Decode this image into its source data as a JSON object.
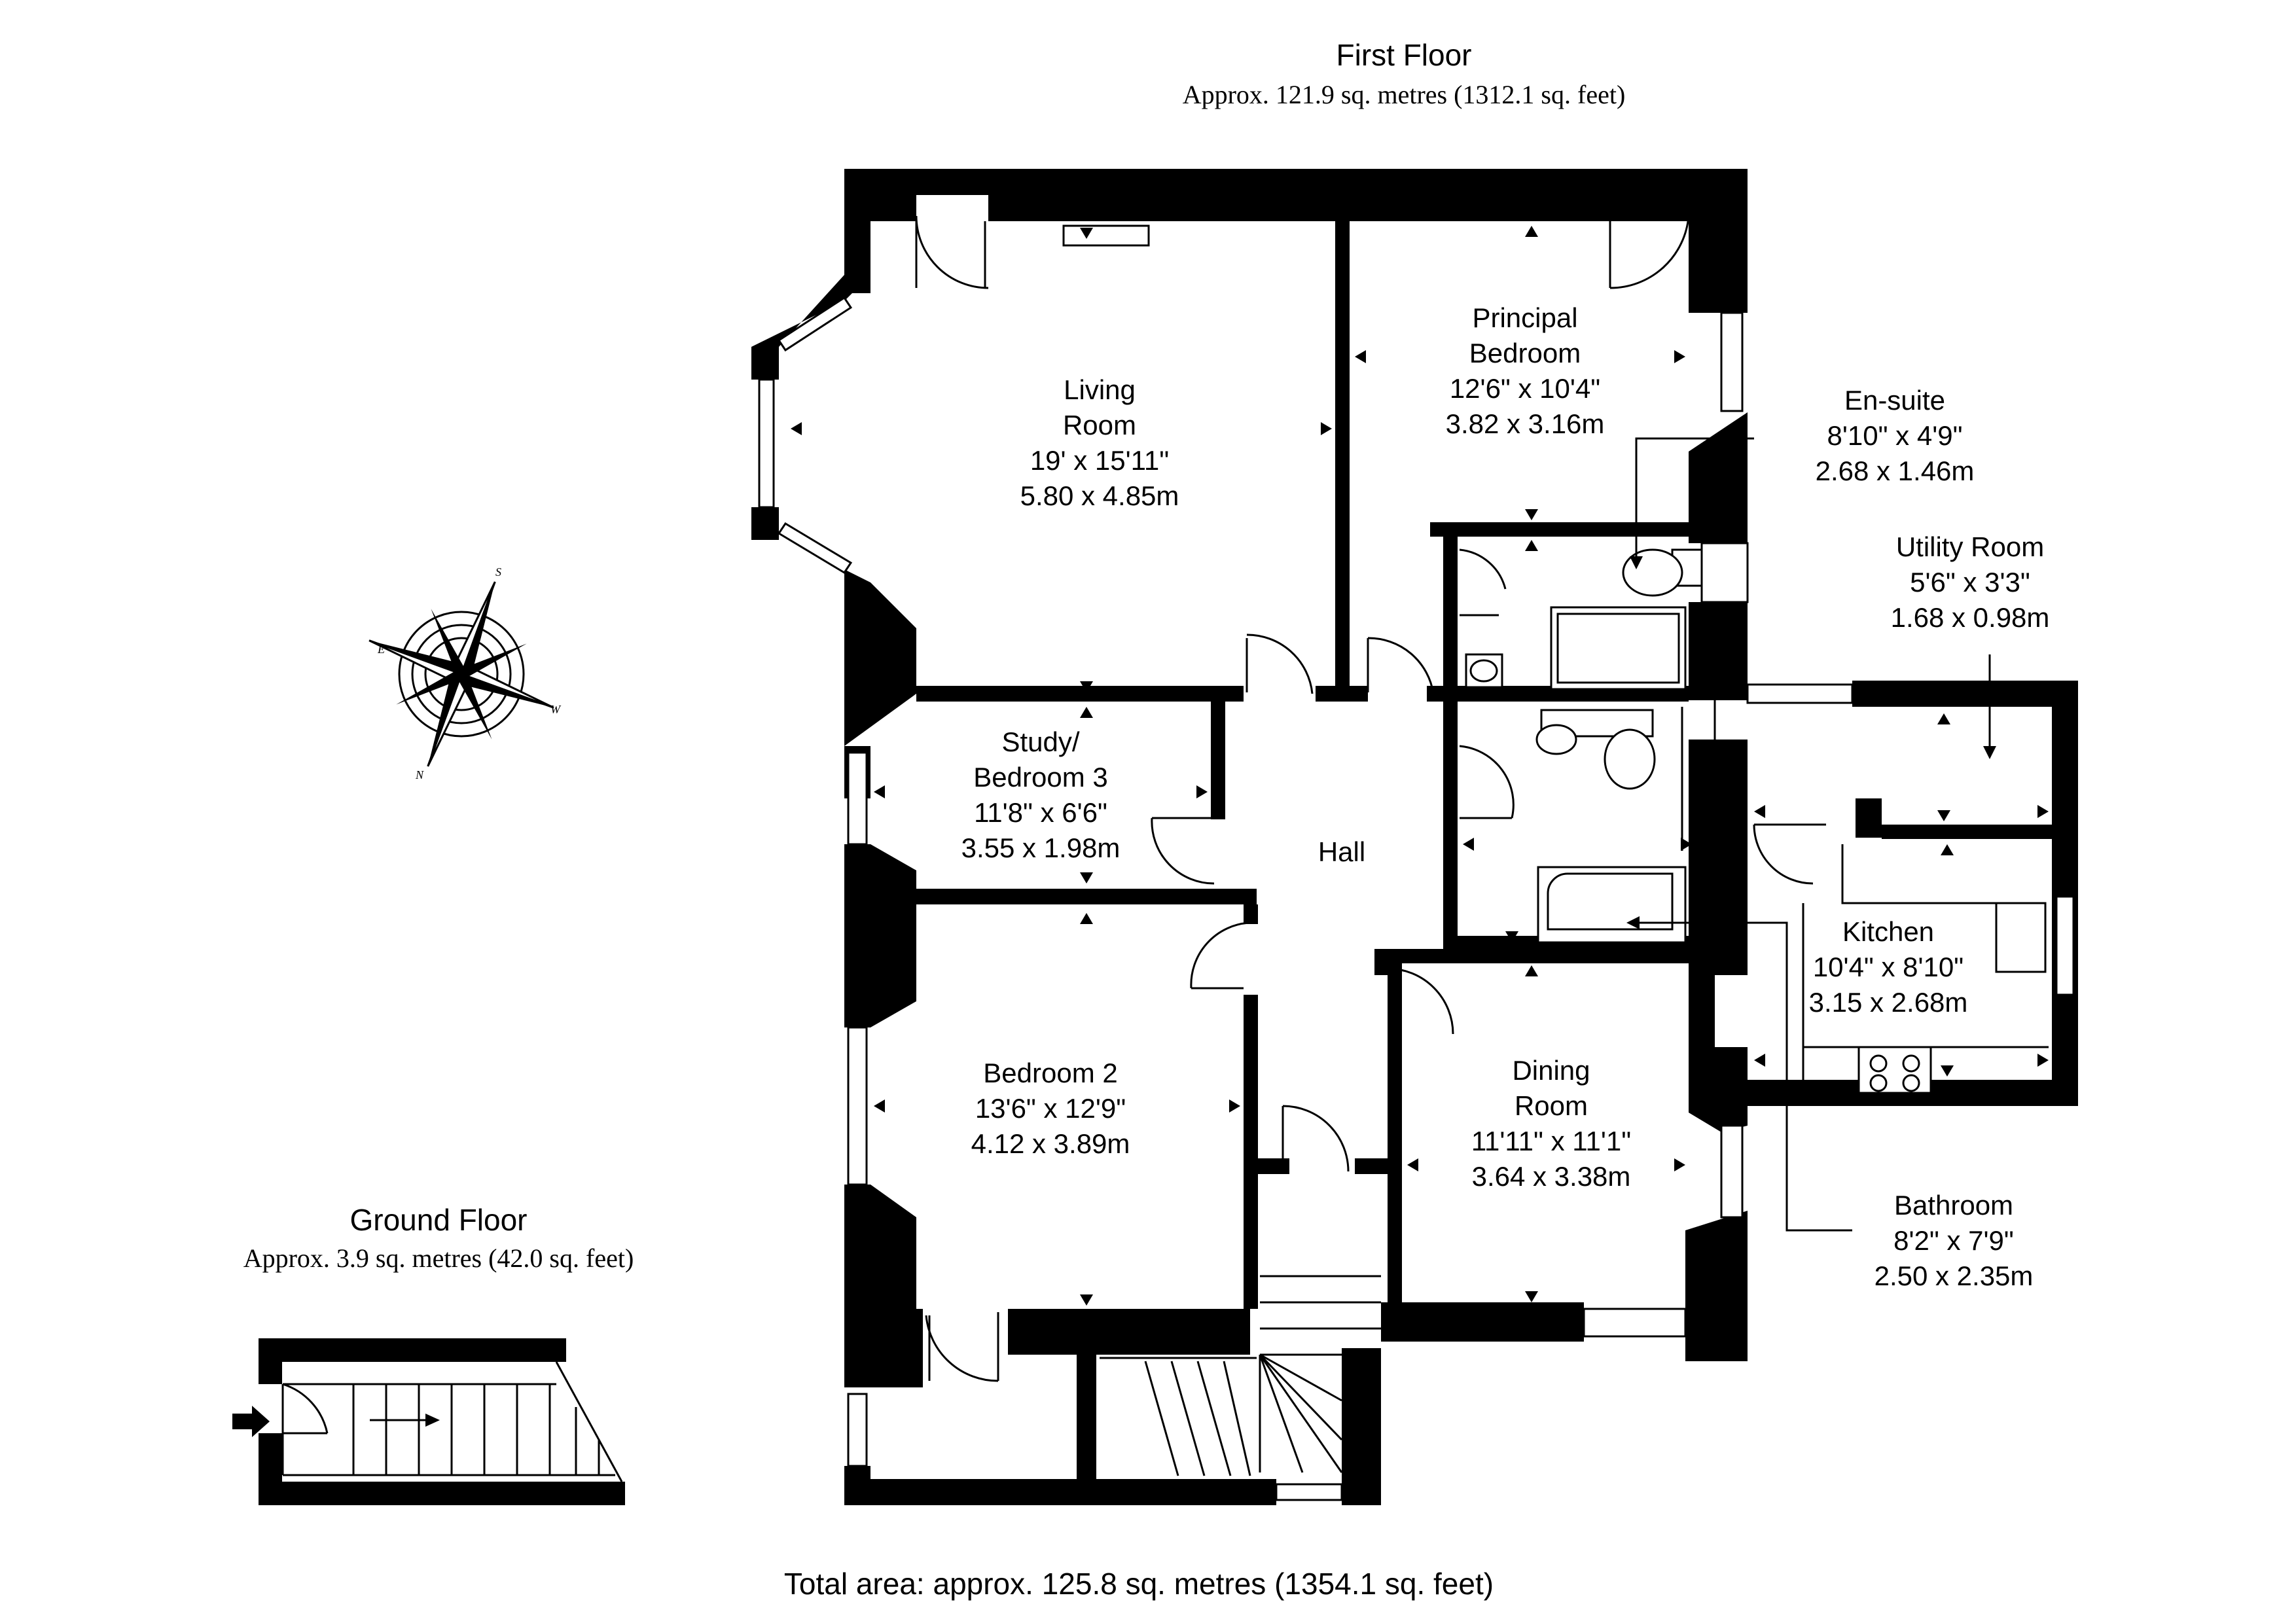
{
  "first_floor": {
    "title": "First Floor",
    "area": "Approx. 121.9 sq. metres (1312.1 sq. feet)"
  },
  "ground_floor": {
    "title": "Ground Floor",
    "area": "Approx. 3.9 sq. metres (42.0 sq. feet)"
  },
  "total_area": "Total area: approx. 125.8 sq. metres (1354.1 sq. feet)",
  "rooms": {
    "living_room": {
      "name_line1": "Living",
      "name_line2": "Room",
      "imperial": "19' x 15'11\"",
      "metric": "5.80 x 4.85m"
    },
    "principal_bedroom": {
      "name_line1": "Principal",
      "name_line2": "Bedroom",
      "imperial": "12'6\" x 10'4\"",
      "metric": "3.82 x 3.16m"
    },
    "en_suite": {
      "name": "En-suite",
      "imperial": "8'10\" x 4'9\"",
      "metric": "2.68 x 1.46m"
    },
    "utility_room": {
      "name": "Utility Room",
      "imperial": "5'6\" x 3'3\"",
      "metric": "1.68 x 0.98m"
    },
    "study": {
      "name_line1": "Study/",
      "name_line2": "Bedroom 3",
      "imperial": "11'8\" x 6'6\"",
      "metric": "3.55 x 1.98m"
    },
    "hall": {
      "name": "Hall"
    },
    "kitchen": {
      "name": "Kitchen",
      "imperial": "10'4\" x 8'10\"",
      "metric": "3.15 x 2.68m"
    },
    "bedroom_2": {
      "name": "Bedroom 2",
      "imperial": "13'6\" x 12'9\"",
      "metric": "4.12 x 3.89m"
    },
    "dining_room": {
      "name_line1": "Dining",
      "name_line2": "Room",
      "imperial": "11'11\" x 11'1\"",
      "metric": "3.64 x 3.38m"
    },
    "bathroom": {
      "name": "Bathroom",
      "imperial": "8'2\" x 7'9\"",
      "metric": "2.50 x 2.35m"
    }
  },
  "compass": {
    "icon": "compass-rose-icon",
    "north": "N",
    "south": "S",
    "east": "E",
    "west": "W"
  }
}
